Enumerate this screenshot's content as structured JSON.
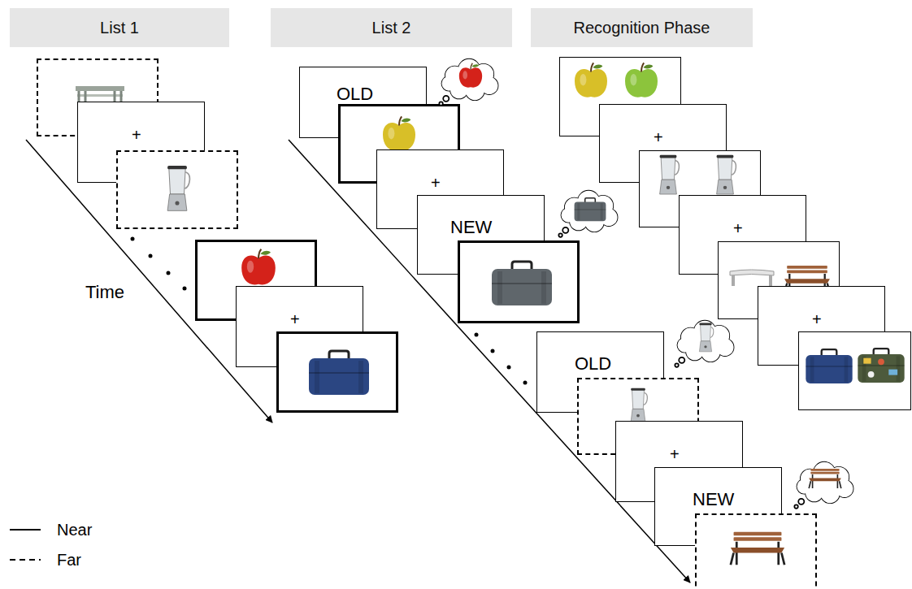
{
  "diagram": {
    "nodes": [
      {
        "text": [
          "List 1"
        ]
      },
      {
        "text": [
          "List 2"
        ]
      },
      {
        "text": [
          "Recognition Phase"
        ]
      },
      {
        "text": [
          "+"
        ]
      },
      {
        "text": [
          "+"
        ]
      },
      {
        "text": [
          "OLD"
        ]
      },
      {
        "text": [
          "+"
        ]
      },
      {
        "text": [
          "NEW"
        ]
      },
      {
        "text": [
          "OLD"
        ]
      },
      {
        "text": [
          "+"
        ]
      },
      {
        "text": [
          "NEW"
        ]
      },
      {
        "text": [
          "+"
        ]
      },
      {
        "text": [
          "+"
        ]
      },
      {
        "text": [
          "+"
        ]
      }
    ],
    "labels": [
      "Time"
    ],
    "legend": [
      {
        "text": "Near"
      },
      {
        "text": "Far"
      }
    ]
  }
}
